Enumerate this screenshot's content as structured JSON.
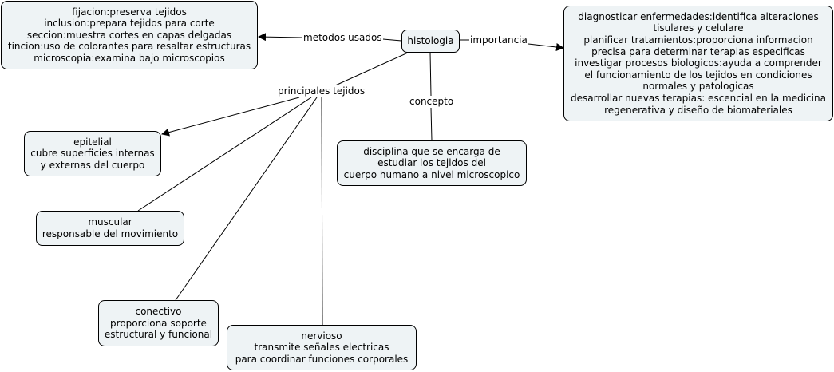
{
  "concept_map": {
    "central": {
      "label": "histologia"
    },
    "links": {
      "metodos": "metodos usados",
      "importancia": "importancia",
      "tejidos": "principales tejidos",
      "concepto": "concepto"
    },
    "nodes": {
      "metodos": {
        "lines": [
          "fijacion:preserva tejidos",
          "inclusion:prepara tejidos para corte",
          "seccion:muestra cortes en capas delgadas",
          "tincion:uso de colorantes para resaltar estructuras",
          "microscopia:examina bajo microscopios"
        ]
      },
      "importancia": {
        "lines": [
          "diagnosticar enfermedades:identifica alteraciones",
          "tisulares y celulare",
          "planificar tratamientos:proporciona informacion",
          "precisa para determinar terapias especificas",
          "investigar procesos biologicos:ayuda a comprender",
          "el funcionamiento de los tejidos en condiciones",
          "normales y patologicas",
          "desarrollar nuevas terapias: escencial en la medicina",
          "regenerativa y diseño de biomateriales"
        ]
      },
      "concepto": {
        "lines": [
          "disciplina que se encarga de",
          "estudiar los tejidos del",
          "cuerpo humano a nivel microscopico"
        ]
      },
      "epitelial": {
        "lines": [
          "epitelial",
          "cubre superficies internas",
          "y externas del cuerpo"
        ]
      },
      "muscular": {
        "lines": [
          "muscular",
          "responsable del movimiento"
        ]
      },
      "conectivo": {
        "lines": [
          "conectivo",
          "proporciona soporte",
          "estructural y funcional"
        ]
      },
      "nervioso": {
        "lines": [
          "nervioso",
          "transmite señales electricas",
          "para coordinar funciones corporales"
        ]
      }
    },
    "colors": {
      "node_fill": "#eef3f5",
      "stroke": "#000000"
    }
  }
}
